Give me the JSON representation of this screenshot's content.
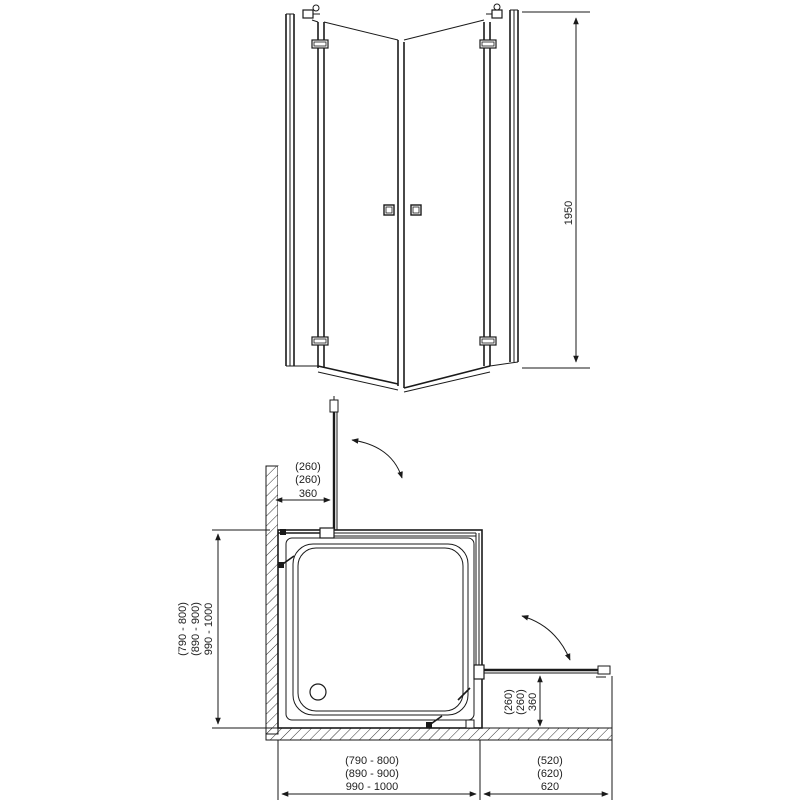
{
  "dimensions": {
    "height": "1950",
    "top_clearance": [
      "(260)",
      "(260)",
      "360"
    ],
    "depth": [
      "(790 - 800)",
      "(890 - 900)",
      "990 - 1000"
    ],
    "width": [
      "(790 - 800)",
      "(890 - 900)",
      "990 - 1000"
    ],
    "side_clearance": [
      "(260)",
      "(260)",
      "360"
    ],
    "side_extension": [
      "(520)",
      "(620)",
      "620"
    ]
  }
}
